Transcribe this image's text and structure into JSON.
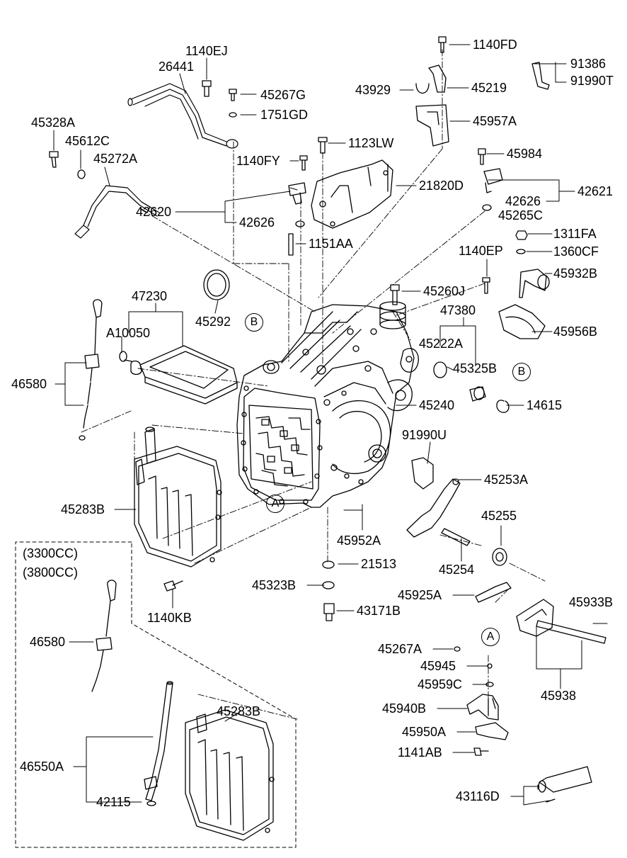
{
  "diagram": {
    "line_color": "#000000",
    "background": "#ffffff",
    "part_labels": {
      "p1140EJ": "1140EJ",
      "p26441": "26441",
      "p45267G": "45267G",
      "p1751GD": "1751GD",
      "p45328A": "45328A",
      "p45612C": "45612C",
      "p45272A": "45272A",
      "p1123LW": "1123LW",
      "p1140FY": "1140FY",
      "p42620": "42620",
      "p42626a": "42626",
      "p1151AA": "1151AA",
      "p1140FD": "1140FD",
      "p91386": "91386",
      "p91990T": "91990T",
      "p43929": "43929",
      "p45219": "45219",
      "p45957A": "45957A",
      "p45984": "45984",
      "p21820D": "21820D",
      "p42626b": "42626",
      "p42621": "42621",
      "p45265C": "45265C",
      "p1311FA": "1311FA",
      "p1140EP": "1140EP",
      "p1360CF": "1360CF",
      "p45932B": "45932B",
      "p47230": "47230",
      "pA10050": "A10050",
      "p45292": "45292",
      "p45260J": "45260J",
      "p47380": "47380",
      "p45956B": "45956B",
      "p45222A": "45222A",
      "p45325B": "45325B",
      "p46580a": "46580",
      "p45240": "45240",
      "p14615": "14615",
      "p91990U": "91990U",
      "p45253A": "45253A",
      "p45283Ba": "45283B",
      "p45255": "45255",
      "p45952A": "45952A",
      "p45254": "45254",
      "p21513": "21513",
      "p45323B": "45323B",
      "p45925A": "45925A",
      "p45933B": "45933B",
      "p43171B": "43171B",
      "p1140KB": "1140KB",
      "p45267A": "45267A",
      "p45945": "45945",
      "p45959C": "45959C",
      "p45938": "45938",
      "p45940B": "45940B",
      "p45950A": "45950A",
      "p1141AB": "1141AB",
      "p43116D": "43116D",
      "p46580b": "46580",
      "p45283Bb": "45283B",
      "p46550A": "46550A",
      "p42115": "42115"
    },
    "variant_box": {
      "line1": "(3300CC)",
      "line2": "(3800CC)"
    },
    "callouts": {
      "B1": "B",
      "B2": "B",
      "A1": "A",
      "A2": "A"
    }
  }
}
